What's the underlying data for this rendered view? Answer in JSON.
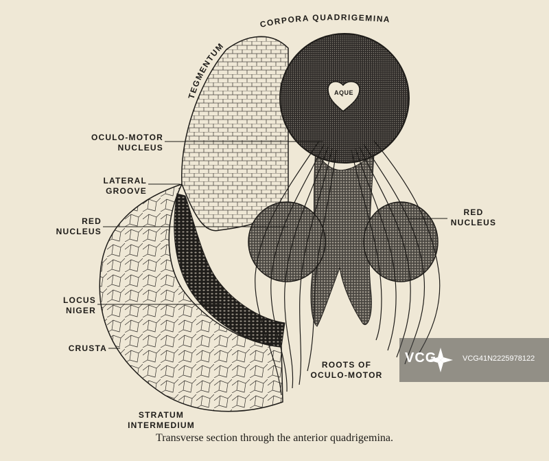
{
  "labels": {
    "corpora_quadrigemina": "CORPORA QUADRIGEMINA",
    "tegmentum": "TEGMENTUM",
    "aque": "AQUE",
    "oculo_motor_nucleus_1": "OCULO-MOTOR",
    "oculo_motor_nucleus_2": "NUCLEUS",
    "lateral_groove_1": "LATERAL",
    "lateral_groove_2": "GROOVE",
    "red_nucleus_left_1": "RED",
    "red_nucleus_left_2": "NUCLEUS",
    "red_nucleus_right_1": "RED",
    "red_nucleus_right_2": "NUCLEUS",
    "locus_niger_1": "LOCUS",
    "locus_niger_2": "NIGER",
    "crusta": "CRUSTA",
    "roots_1": "ROOTS OF",
    "roots_2": "OCULO-MOTOR",
    "stratum_1": "STRATUM",
    "stratum_2": "INTERMEDIUM"
  },
  "caption": "Transverse section through the anterior quadrigemina.",
  "watermark": {
    "logo": "VCG",
    "id": "VCG41N2225978122"
  },
  "colors": {
    "paper": "#efe8d6",
    "ink": "#1d1b18",
    "tissue_dark": "#3a3733",
    "tissue_mid": "#6b6660"
  }
}
